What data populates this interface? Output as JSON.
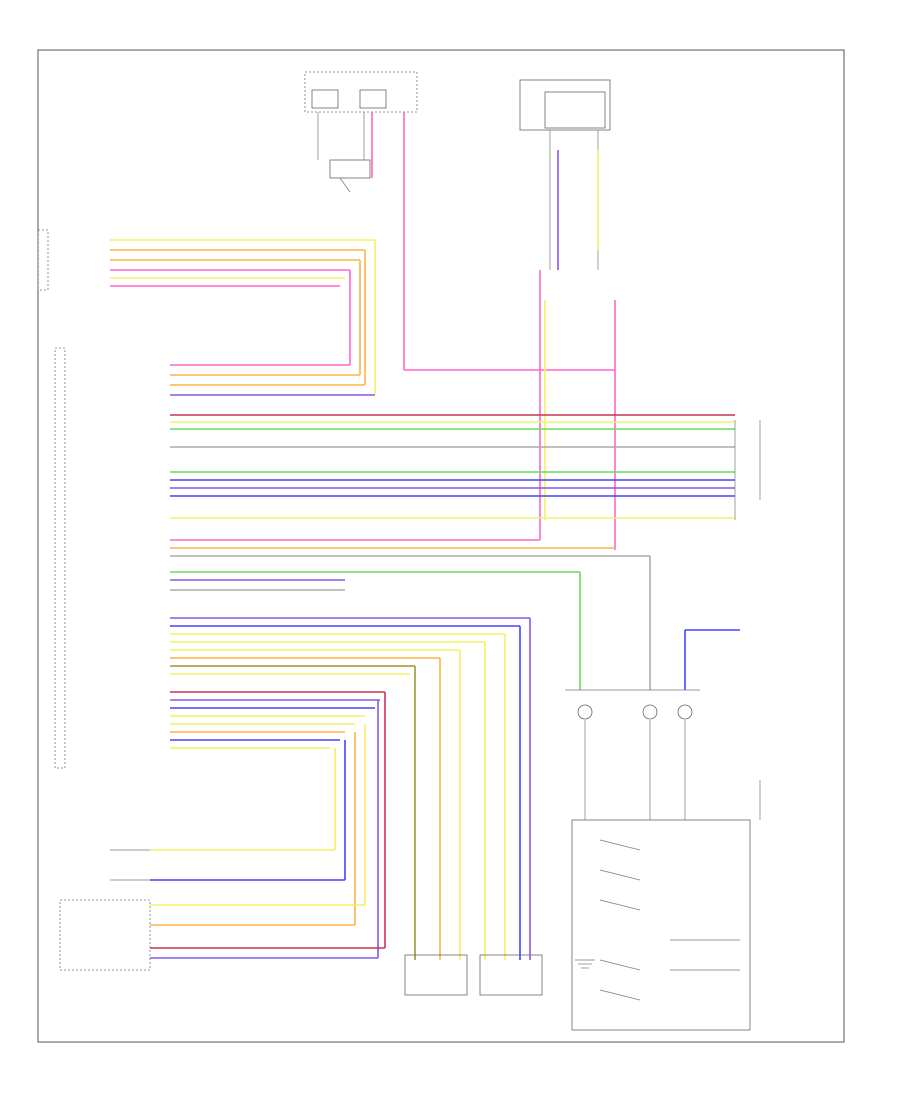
{
  "diagram": {
    "footer_code": "",
    "colors": {
      "pink": "#ff66cc",
      "orange": "#ffb347",
      "yellow": "#f2f266",
      "green": "#66dd55",
      "blue": "#4444ff",
      "violet": "#8855ee",
      "red": "#cc3355",
      "olive": "#999933",
      "gray": "#aaaaaa",
      "black": "#333333"
    },
    "icons": [
      "ground-symbol",
      "switch-symbol",
      "connector-symbol",
      "lamp-symbol"
    ]
  }
}
